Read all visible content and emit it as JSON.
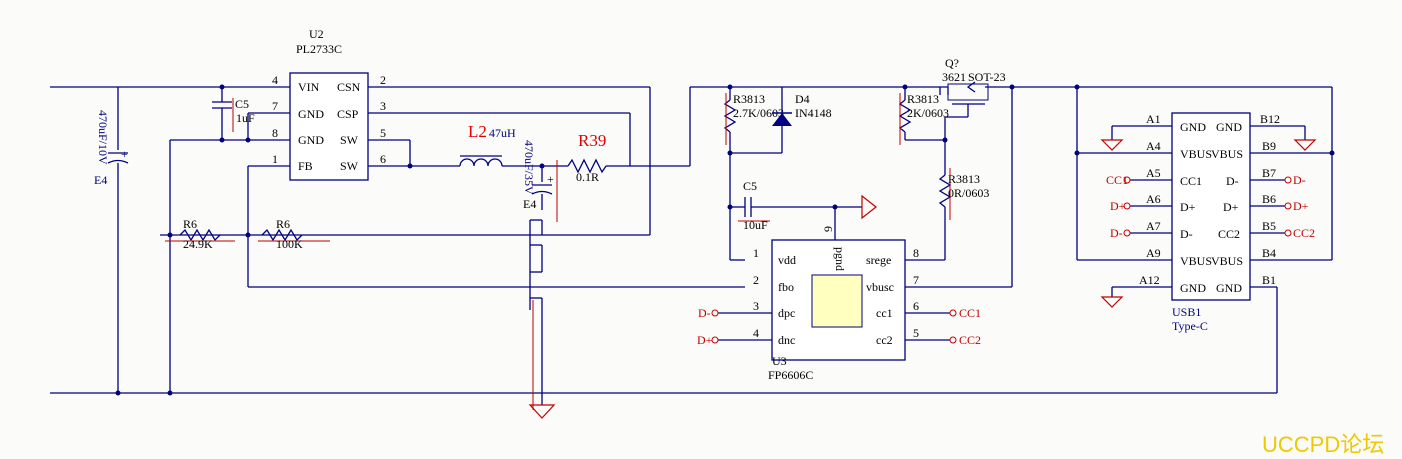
{
  "colors": {
    "wire": "#000080",
    "red": "#c00000",
    "pad": "#ffffc0",
    "watermark": "#f0c800"
  },
  "u2": {
    "ref": "U2",
    "part": "PL2733C",
    "left_pins": [
      {
        "num": "4",
        "name": "VIN"
      },
      {
        "num": "7",
        "name": "GND"
      },
      {
        "num": "8",
        "name": "GND"
      },
      {
        "num": "1",
        "name": "FB"
      }
    ],
    "right_pins": [
      {
        "num": "2",
        "name": "CSN"
      },
      {
        "num": "3",
        "name": "CSP"
      },
      {
        "num": "5",
        "name": "SW"
      },
      {
        "num": "6",
        "name": "SW"
      }
    ]
  },
  "c_in": {
    "ref": "C5",
    "value": "1uF"
  },
  "e4_left": {
    "ref": "E4",
    "value": "470uF/10V"
  },
  "l2": {
    "ref": "L2",
    "value": "47uH"
  },
  "e4_mid": {
    "ref": "E4",
    "value": "470uF/35V"
  },
  "r39": {
    "ref": "R39",
    "value": "0.1R"
  },
  "r6a": {
    "ref": "R6",
    "value": "24.9K"
  },
  "r6b": {
    "ref": "R6",
    "value": "100K"
  },
  "r3813a": {
    "ref": "R3813",
    "value": "2.7K/0603"
  },
  "d4": {
    "ref": "D4",
    "value": "IN4148"
  },
  "r3813b": {
    "ref": "R3813",
    "value": "2K/0603"
  },
  "q": {
    "ref": "Q?",
    "value": "3621",
    "pkg": "SOT-23"
  },
  "r3813c": {
    "ref": "R3813",
    "value": "0R/0603"
  },
  "c5b": {
    "ref": "C5",
    "value": "10uF"
  },
  "u3": {
    "ref": "U3",
    "part": "FP6606C",
    "pin9": "9",
    "pgnd": "pgnd",
    "left_pins": [
      {
        "num": "1",
        "name": "vdd"
      },
      {
        "num": "2",
        "name": "fbo"
      },
      {
        "num": "3",
        "name": "dpc"
      },
      {
        "num": "4",
        "name": "dnc"
      }
    ],
    "right_pins": [
      {
        "num": "8",
        "name": "srege"
      },
      {
        "num": "7",
        "name": "vbusc"
      },
      {
        "num": "6",
        "name": "cc1"
      },
      {
        "num": "5",
        "name": "cc2"
      }
    ],
    "net_left": [
      "D-",
      "D+"
    ],
    "net_right": [
      "CC1",
      "CC2"
    ]
  },
  "usb": {
    "ref": "USB1",
    "part": "Type-C",
    "left_nums": [
      "A1",
      "A4",
      "A5",
      "A6",
      "A7",
      "A9",
      "A12"
    ],
    "right_nums": [
      "B12",
      "B9",
      "B7",
      "B6",
      "B5",
      "B4",
      "B1"
    ],
    "left_names": [
      "GND",
      "VBUS",
      "CC1",
      "D+",
      "D-",
      "VBUS",
      "GND"
    ],
    "right_names": [
      "GND",
      "VBUS",
      "D-",
      "D+",
      "CC2",
      "VBUS",
      "GND"
    ],
    "nets_left": [
      "CC1",
      "D+",
      "D-"
    ],
    "nets_right": [
      "D-",
      "D+",
      "CC2"
    ]
  },
  "watermark": "UCCPD论坛"
}
